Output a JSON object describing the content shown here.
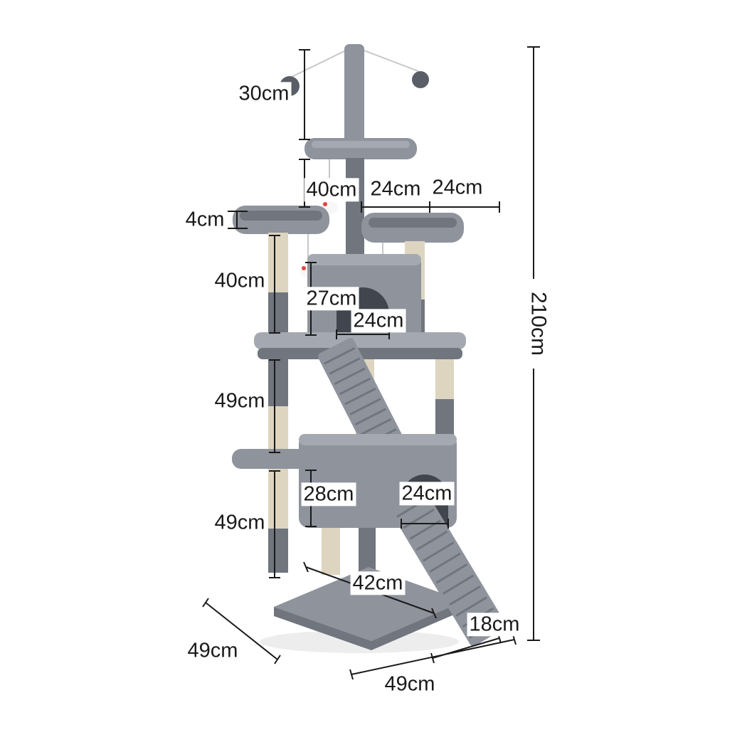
{
  "figure": {
    "type": "product-dimension-diagram",
    "subject": "grey cat tree / cat scratching tower with platforms, condos, ramps and hanging toys"
  },
  "colors": {
    "bg": "#ffffff",
    "ink": "#1a1a1a",
    "plush": "#8e939c",
    "plush-light": "#a4a9b1",
    "plush-dark": "#70757e",
    "hole": "#41454d",
    "sisal": "#ddd5c0",
    "string": "#c7c7c7",
    "ball": "#5a5f67",
    "mouse": "#f7f7f7",
    "mouse-accent": "#e0473d"
  },
  "labels": {
    "top_post_height": "30cm",
    "top_to_shelf_height": "40cm",
    "top_platform_width": "24cm",
    "side_platform_width": "24cm",
    "shelf_thickness": "4cm",
    "shelf_post_height": "40cm",
    "upper_condo_height": "27cm",
    "upper_condo_opening_width": "24cm",
    "mid_section_height": "49cm",
    "lower_condo_height": "28cm",
    "lower_condo_opening_width": "24cm",
    "lower_section_height": "49cm",
    "base_top_depth": "42cm",
    "ramp_width": "18cm",
    "base_side_depth": "49cm",
    "base_front_width": "49cm",
    "total_height": "210cm"
  }
}
